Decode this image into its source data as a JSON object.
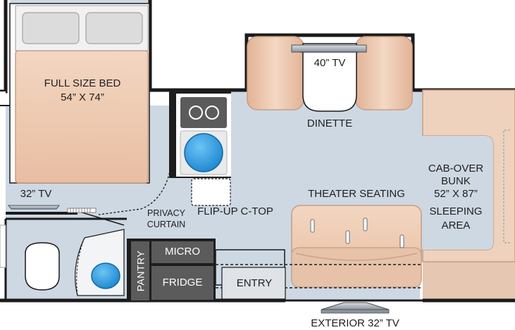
{
  "labels": {
    "bed": "FULL SIZE BED",
    "bed_size": "54” X 74”",
    "bed_tv": "32” TV",
    "dinette_tv": "40” TV",
    "dinette": "DINETTE",
    "privacy_curtain_1": "PRIVACY",
    "privacy_curtain_2": "CURTAIN",
    "flip_up": "FLIP-UP C-TOP",
    "theater_seating": "THEATER SEATING",
    "cabover_1": "CAB-OVER",
    "cabover_2": "BUNK",
    "cabover_3": "52” X 87”",
    "cabover_4": "SLEEPING",
    "cabover_5": "AREA",
    "micro": "MICRO",
    "fridge": "FRIDGE",
    "pantry": "PANTRY",
    "entry": "ENTRY",
    "exterior_tv": "EXTERIOR 32” TV"
  },
  "colors": {
    "floor": "#cdd8e3",
    "wall": "#1a1a1a",
    "cushion": "#ecc6ac",
    "cushion_edge": "#c79d83",
    "appliance": "#5b5b5b",
    "sink": "#2fa2e6",
    "tv": "#9aa2aa"
  }
}
